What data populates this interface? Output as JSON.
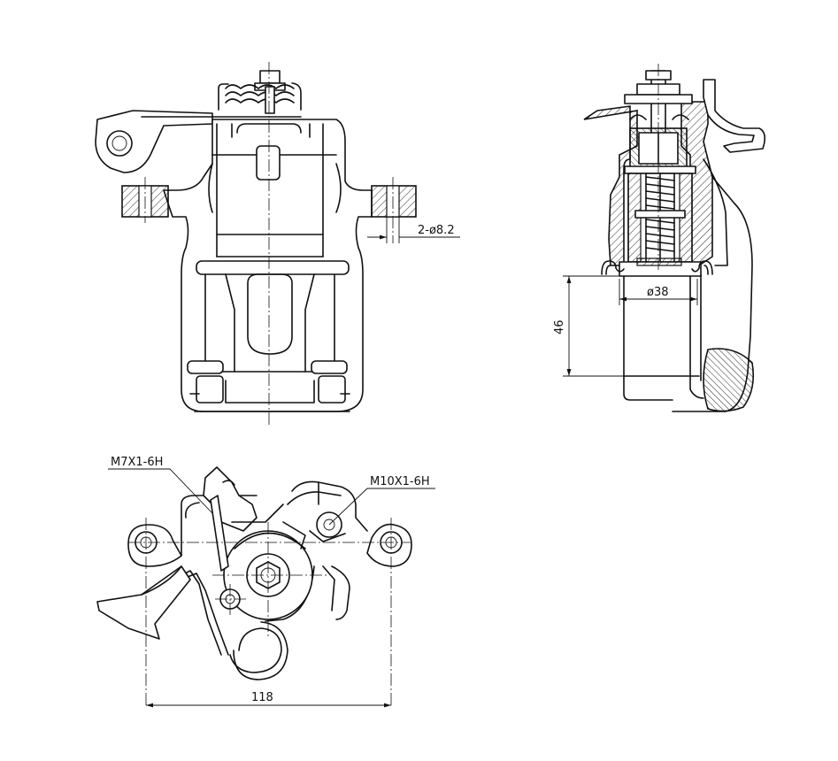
{
  "annotations": {
    "hole_spec": "2-ø8.2",
    "piston_diameter": "ø38",
    "piston_height": "46",
    "thread_m7": "M7X1-6H",
    "thread_m10": "M10X1-6H",
    "mount_spacing": "118"
  },
  "colors": {
    "line": "#111111",
    "background": "#ffffff"
  }
}
